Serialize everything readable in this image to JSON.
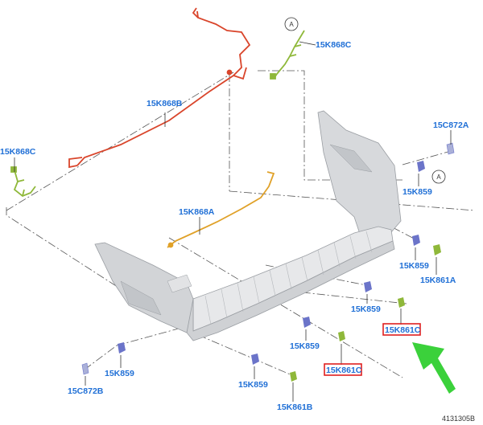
{
  "labels": {
    "k868c_top": "15K868C",
    "k868b": "15K868B",
    "k868c_left": "15K868C",
    "k868a": "15K868A",
    "c872a": "15C872A",
    "k859_r1": "15K859",
    "k859_r2": "15K859",
    "k861a": "15K861A",
    "k859_m": "15K859",
    "k861c_right": "15K861C",
    "k859_l2": "15K859",
    "k861c_left": "15K861C",
    "k859_left": "15K859",
    "c872b": "15C872B",
    "k859_b": "15K859",
    "k861b": "15K861B"
  },
  "callouts": {
    "circle_a_top": "A",
    "circle_a_right": "A"
  },
  "reference": "4131305B",
  "colors": {
    "label": "#1f6fd6",
    "harness_b": "#d9452b",
    "harness_c": "#8fb83a",
    "harness_a": "#e0a128",
    "clip": "#6b74c9",
    "highlight_box": "#e02020",
    "arrow": "#3bd13b"
  }
}
